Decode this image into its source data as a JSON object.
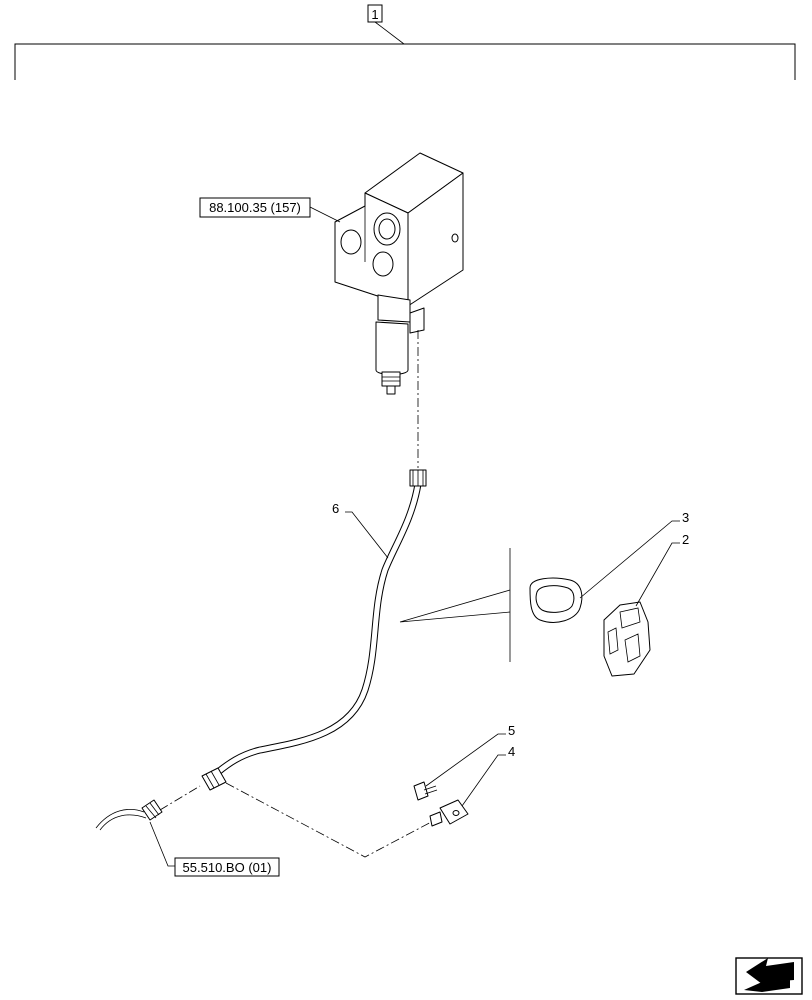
{
  "group_label": "1",
  "references": {
    "valve_block": "88.100.35 (157)",
    "harness": "55.510.BO (01)"
  },
  "callouts": {
    "cable": "6",
    "grommet": "3",
    "clip": "2",
    "screw": "5",
    "bracket": "4"
  },
  "nav_icon": "next-arrow-icon"
}
